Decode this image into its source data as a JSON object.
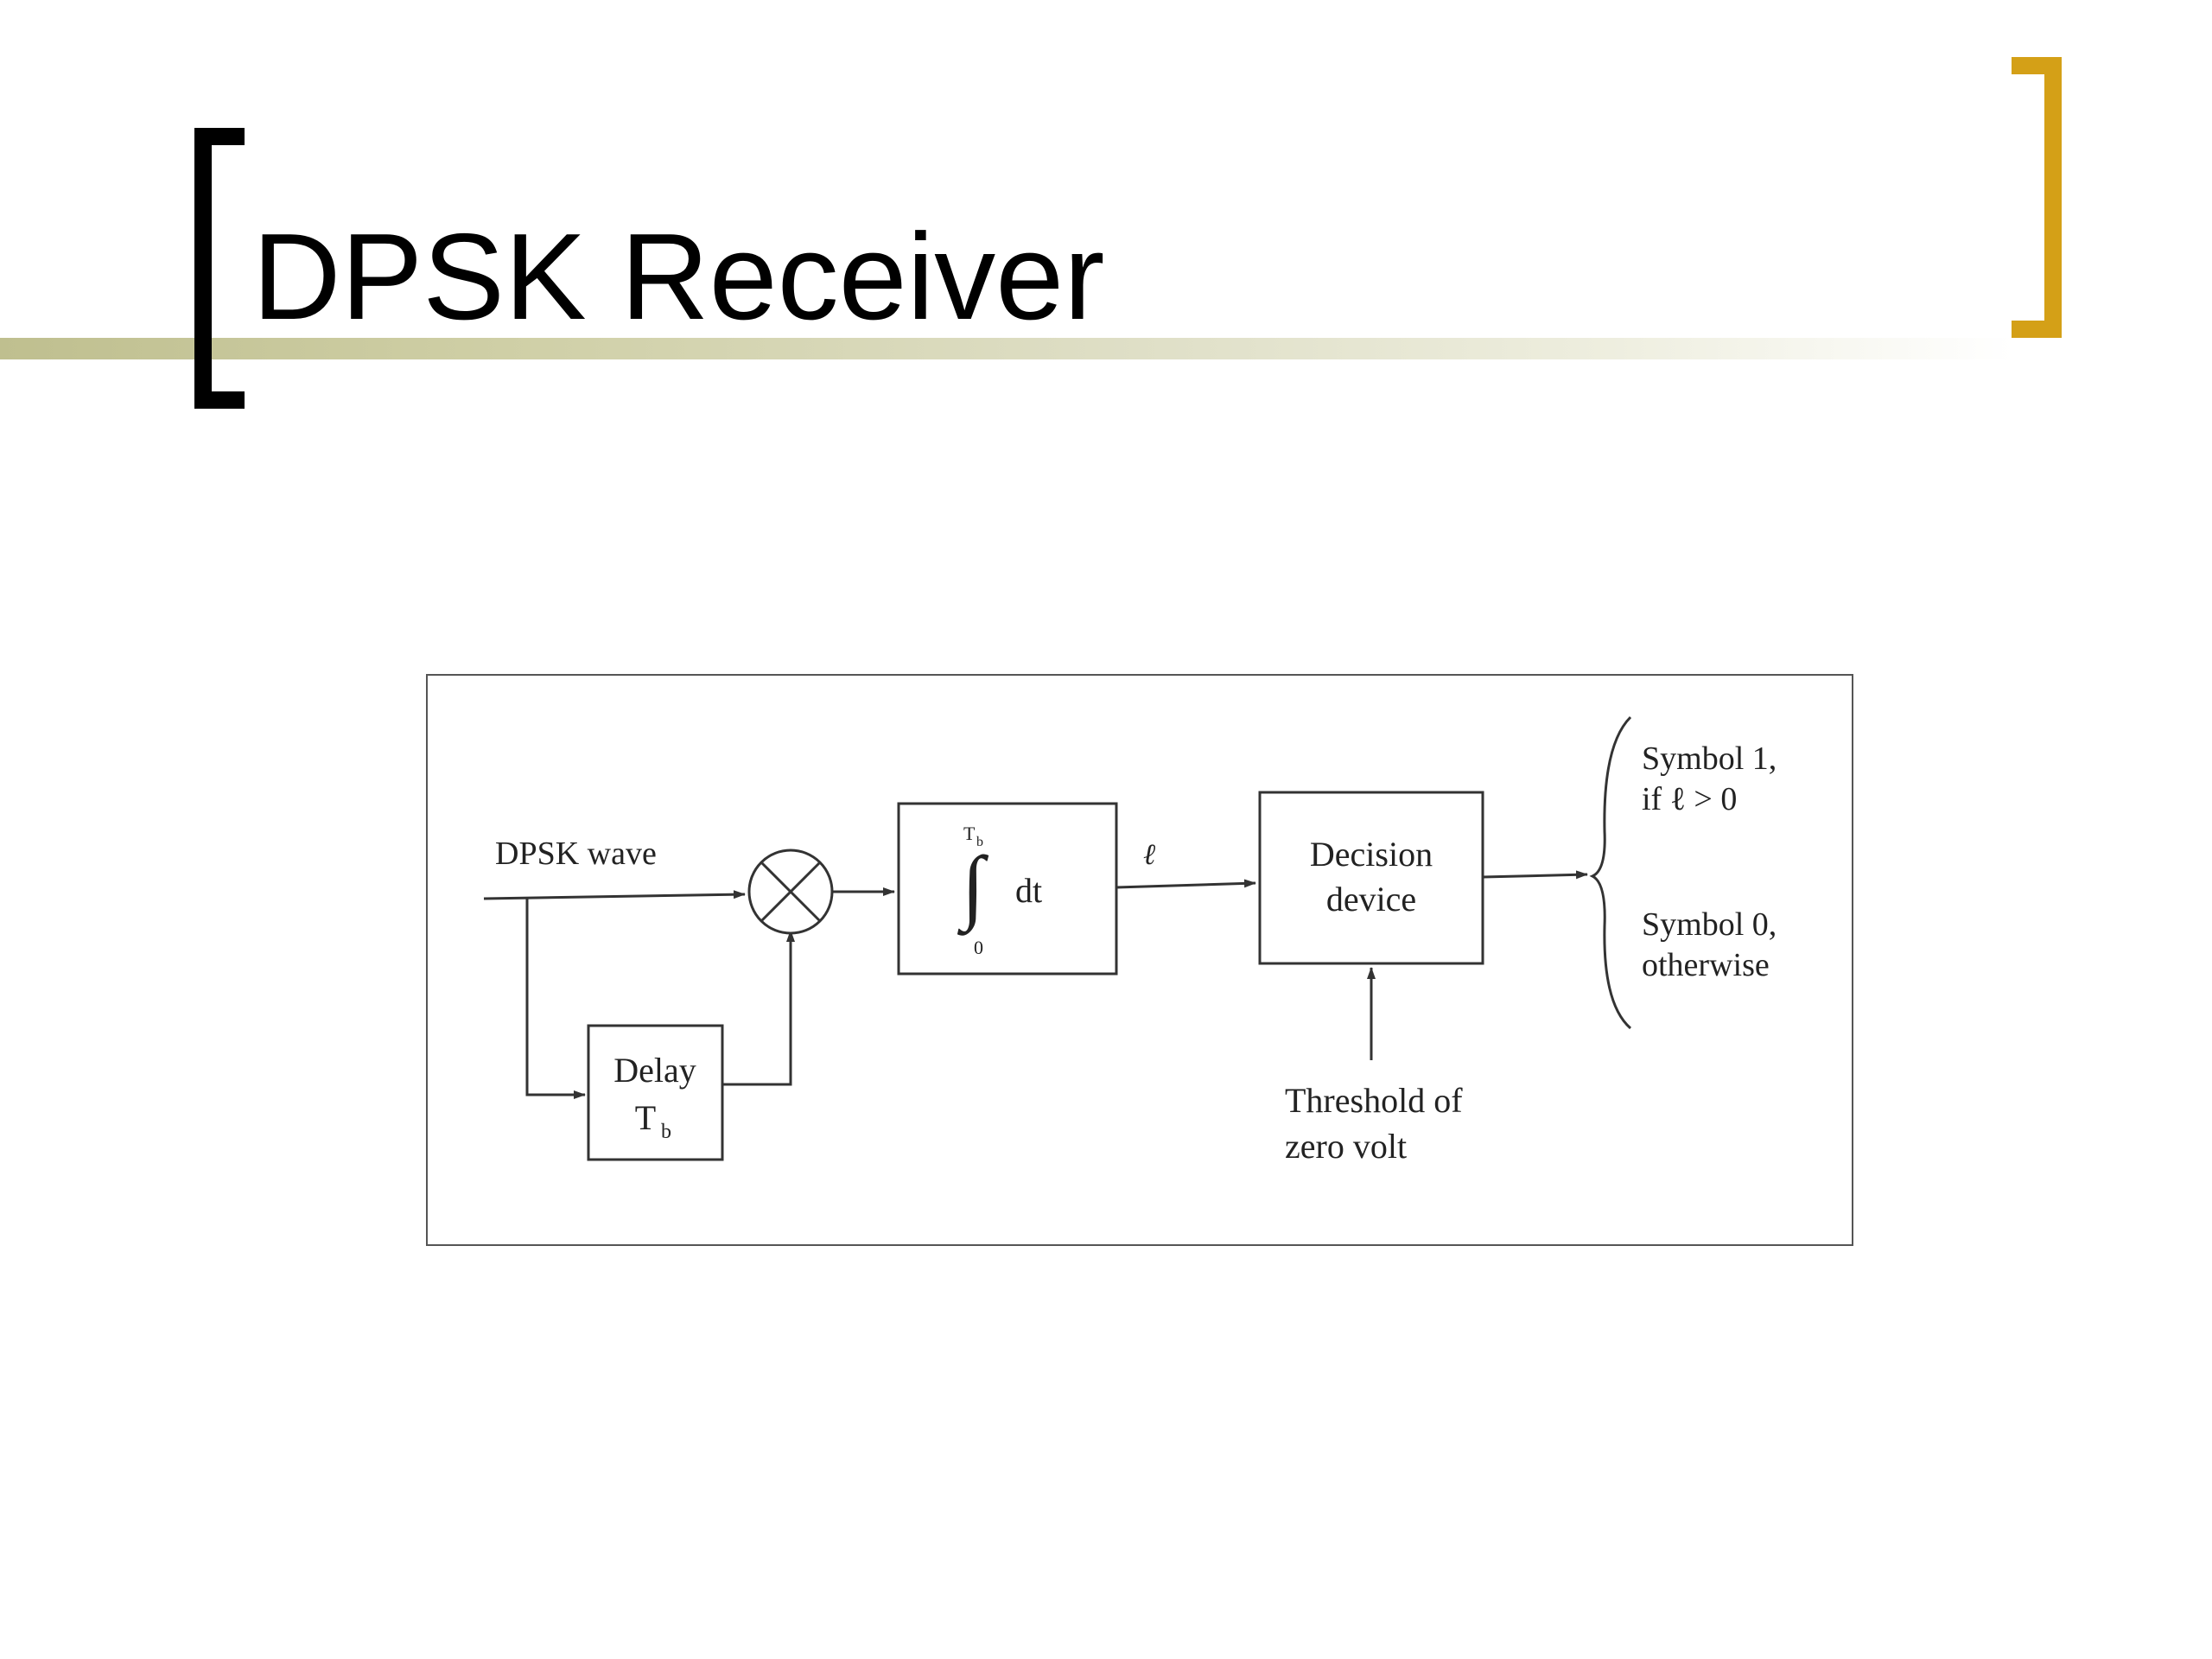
{
  "slide": {
    "title": "DPSK Receiver",
    "accent_color": "#d4a017",
    "rule_color": "#bfbf8f"
  },
  "diagram": {
    "input_label": "DPSK wave",
    "multiplier_symbol": "×",
    "delay_block": {
      "line1": "Delay",
      "line2": "T",
      "line2_subscript": "b"
    },
    "integrator_block": {
      "upper_limit": "T",
      "upper_limit_subscript": "b",
      "lower_limit": "0",
      "integral_sign": "∫",
      "differential": "dt"
    },
    "integrator_output_label": "ℓ",
    "decision_block": {
      "line1": "Decision",
      "line2": "device"
    },
    "threshold_label": {
      "line1": "Threshold of",
      "line2": "zero volt"
    },
    "outputs": {
      "symbol_one": {
        "line1": "Symbol 1,",
        "line2": "if ℓ > 0"
      },
      "symbol_zero": {
        "line1": "Symbol 0,",
        "line2": "otherwise"
      }
    }
  }
}
